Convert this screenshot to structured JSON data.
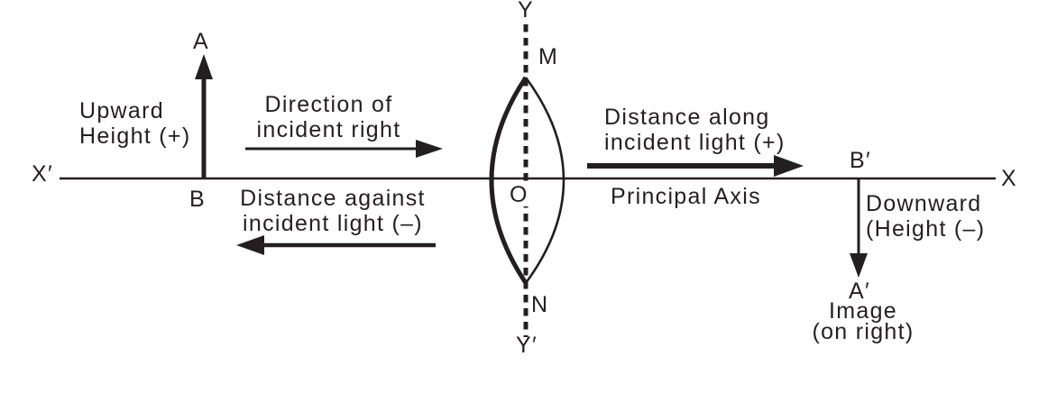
{
  "figure": {
    "description": "Sign convention diagram for a convex lens",
    "colors": {
      "ink": "#231f20",
      "background": "#ffffff"
    }
  },
  "axes": {
    "x_left": "X′",
    "x_right": "X",
    "y_top": "Y",
    "y_bottom": "Y′",
    "principal_axis": "Principal Axis"
  },
  "points": {
    "object_tip": "A",
    "object_base": "B",
    "image_base": "B′",
    "image_tip": "A′",
    "lens_top": "M",
    "lens_center": "O",
    "lens_bottom": "N"
  },
  "annotations": {
    "upward_height": {
      "line1": "Upward",
      "line2": "Height (+)"
    },
    "direction_of_incident": {
      "line1": "Direction of",
      "line2": "incident right"
    },
    "distance_against": {
      "line1": "Distance against",
      "line2": "incident light (–)"
    },
    "distance_along": {
      "line1": "Distance along",
      "line2": "incident light (+)"
    },
    "downward_height": {
      "line1": "Downward",
      "line2": "(Height (–)"
    },
    "image_caption": {
      "line1": "Image",
      "line2": "(on right)"
    }
  }
}
